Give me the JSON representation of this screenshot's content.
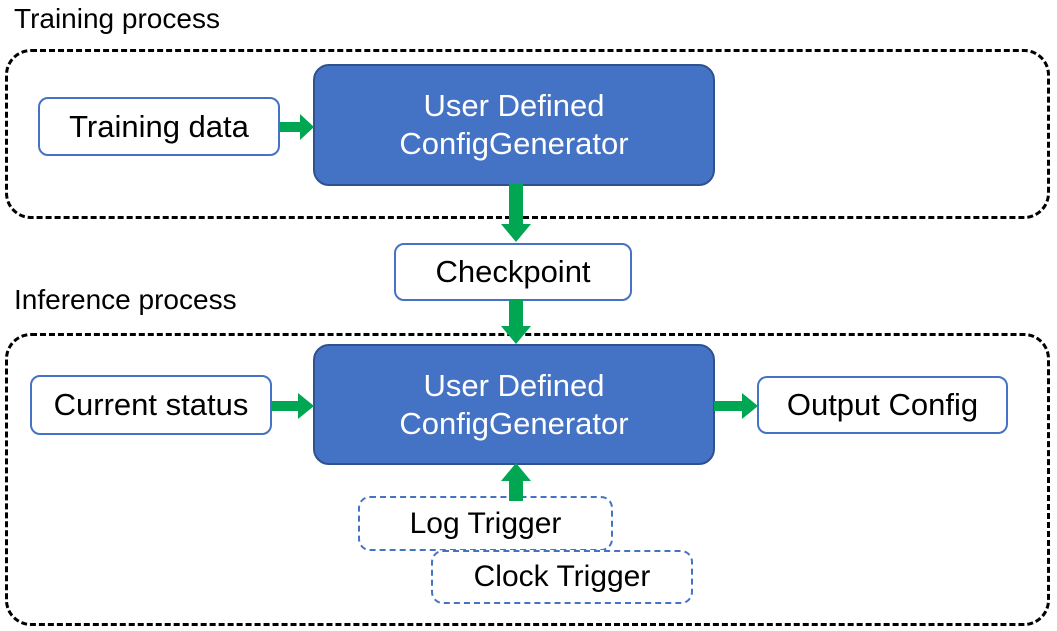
{
  "diagram": {
    "title_training": "Training process",
    "title_inference": "Inference process",
    "nodes": {
      "training_data": "Training data",
      "user_defined_training_line1": "User Defined",
      "user_defined_training_line2": "ConfigGenerator",
      "checkpoint": "Checkpoint",
      "current_status": "Current status",
      "user_defined_inference_line1": "User Defined",
      "user_defined_inference_line2": "ConfigGenerator",
      "output_config": "Output Config",
      "log_trigger": "Log Trigger",
      "clock_trigger": "Clock Trigger"
    },
    "colors": {
      "node_fill_blue": "#4472C4",
      "node_border_blue_dark": "#2F528F",
      "node_border_blue": "#4472C4",
      "arrow_green": "#00A651",
      "container_dash_black": "#000000",
      "text_dark": "#000000",
      "text_light": "#FFFFFF",
      "background": "#FFFFFF"
    },
    "edges": [
      {
        "id": "training-data-to-udcg",
        "from": "training_data",
        "to": "user_defined_training",
        "direction": "right"
      },
      {
        "id": "udcg-training-to-checkpoint",
        "from": "user_defined_training",
        "to": "checkpoint",
        "direction": "down"
      },
      {
        "id": "checkpoint-to-udcg-inference",
        "from": "checkpoint",
        "to": "user_defined_inference",
        "direction": "down"
      },
      {
        "id": "current-status-to-udcg-inference",
        "from": "current_status",
        "to": "user_defined_inference",
        "direction": "right"
      },
      {
        "id": "udcg-inference-to-output-config",
        "from": "user_defined_inference",
        "to": "output_config",
        "direction": "right"
      },
      {
        "id": "triggers-to-udcg-inference",
        "from": "log_trigger",
        "to": "user_defined_inference",
        "direction": "up"
      }
    ]
  }
}
